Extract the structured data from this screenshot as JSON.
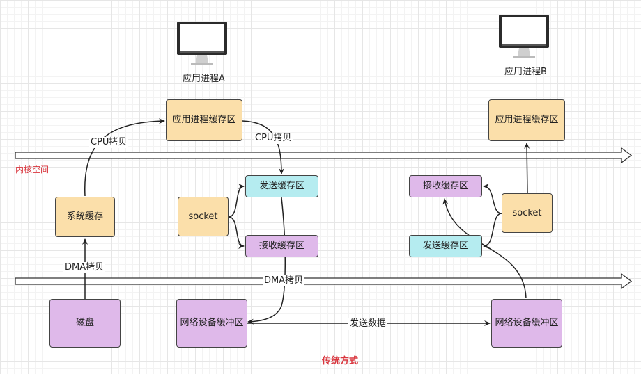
{
  "process_a": "应用进程A",
  "process_b": "应用进程B",
  "kernel_space": "内核空间",
  "caption": "传统方式",
  "colors": {
    "kernel_label": "#d9363e",
    "caption": "#d9363e"
  },
  "icons": [
    "monitor-icon",
    "monitor-icon"
  ],
  "boxes": {
    "app_cache_a": "应用进程缓存区",
    "app_cache_b": "应用进程缓存区",
    "sys_cache": "系统缓存",
    "socket_a": "socket",
    "socket_b": "socket",
    "send_buf_a": "发送缓存区",
    "recv_buf_a": "接收缓存区",
    "recv_buf_b": "接收缓存区",
    "send_buf_b": "发送缓存区",
    "disk": "磁盘",
    "net_dev_a": "网络设备缓冲区",
    "net_dev_b": "网络设备缓冲区"
  },
  "edge_labels": {
    "cpu_copy_1": "CPU拷贝",
    "cpu_copy_2": "CPU拷贝",
    "dma_copy_1": "DMA拷贝",
    "dma_copy_2": "DMA拷贝",
    "send_data": "发送数据"
  }
}
